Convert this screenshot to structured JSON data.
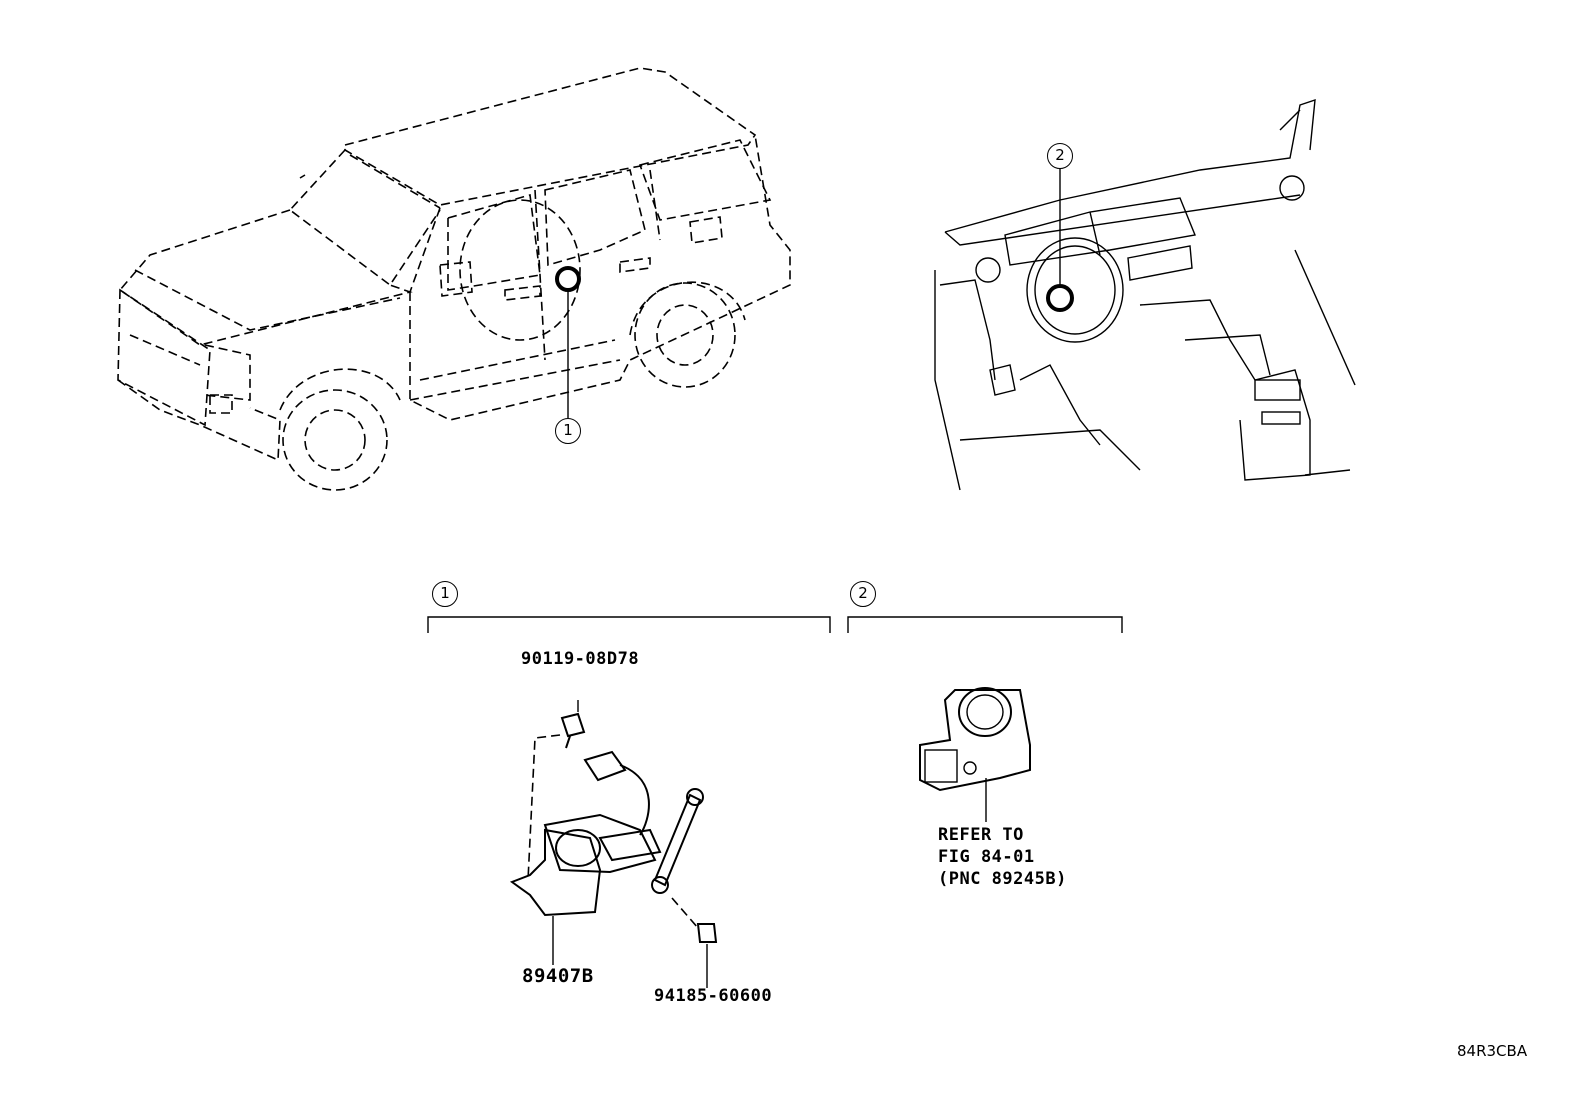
{
  "callouts": {
    "vehicle_marker": "1",
    "dash_marker": "2",
    "group_1": "1",
    "group_2": "2"
  },
  "parts": {
    "bolt": "90119-08D78",
    "sensor": "89407B",
    "nut": "94185-60600"
  },
  "reference": {
    "line1": "REFER TO",
    "line2": "FIG 84-01",
    "line3": "(PNC 89245B)"
  },
  "diagram_code": "84R3CBA"
}
